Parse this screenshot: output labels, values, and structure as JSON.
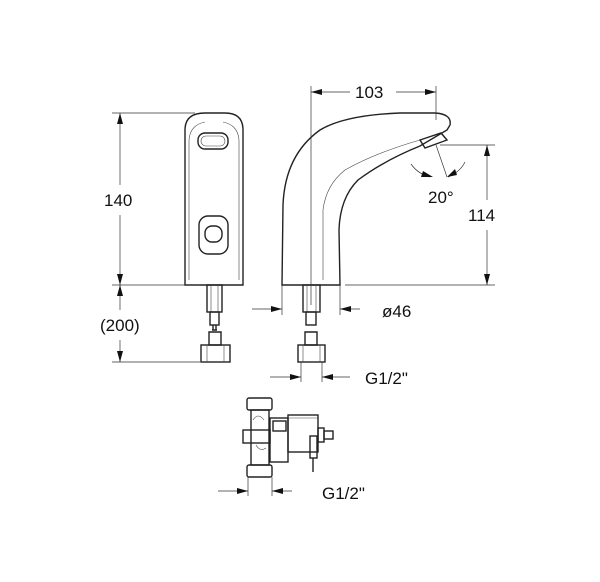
{
  "drawing": {
    "front_view": {
      "height_label": "140",
      "supply_length_label": "(200)"
    },
    "side_view": {
      "reach_label": "103",
      "angle_label": "20°",
      "outlet_height_label": "114",
      "base_diameter_label": "ø46",
      "thread_label": "G1/2\""
    },
    "valve_view": {
      "thread_label": "G1/2\""
    },
    "colors": {
      "line": "#222222",
      "background": "#ffffff"
    }
  }
}
